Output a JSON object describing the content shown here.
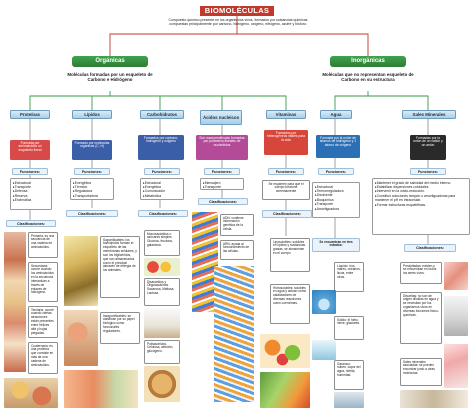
{
  "title": "BIOMOLÉCULAS",
  "intro": "Compuesto químico presente en los organismos vivos, formados por sustancias químicas compuestas principalmente por carbono, hidrógeno, oxígeno, nitrógeno, azufre y fósforo.",
  "organicas": {
    "label": "Orgánicas",
    "desc": "Moléculas formadas por un esqueleto de Carbono e Hidrógeno"
  },
  "inorganicas": {
    "label": "Inorgánicas",
    "desc": "Moléculas que no representan esqueleto de Carbono en su estructura"
  },
  "proteinas": {
    "label": "Proteínas",
    "def": "Formada por aminoácidos un esqueleto lineal",
    "functions_title": "Funciones:",
    "functions": [
      "Estructural",
      "Transporte",
      "Defensa",
      "Reserva",
      "Enzimática"
    ],
    "class_title": "Clasificaciones:",
    "c1": "Primaria: es una secuencia de una cadena de aminoácidos.",
    "c2": "Secundaria: ocurre cuando los aminoácidos en la secuencia interactúan a través de enlaces de hidrógeno.",
    "c3": "Terciaria: ocurre cuando ciertas atracciones están presentes entre hélices alfa y hojas plegadas.",
    "c4": "Cuaternaria: es una proteína que consiste en más de una cadena de aminoácidos."
  },
  "lipidos": {
    "label": "Lípidos",
    "def": "Formado por moléculas orgánicas (C, H)",
    "functions_title": "Funciones:",
    "functions": [
      "Energética",
      "Térmica",
      "Reguladora",
      "Transportadora"
    ],
    "class_title": "Clasificaciones:",
    "c1": "Saponificables: los fosfolípidos forman el esqueleto de las membranas celulares, y son los triglicéridos, que son almacenados como el principal almacén de energía de los animales.",
    "c2": "Insaponificables: se clasifican por su papel biológico como funcionales reguladores."
  },
  "carbohidratos": {
    "label": "Carbohidratos",
    "def": "Formados por carbono, hidrogeno y oxigeno",
    "functions_title": "Funciones:",
    "functions": [
      "Estructural",
      "Energética",
      "Comunicador",
      "Metabólica"
    ],
    "class_title": "Clasificaciones:",
    "c1": "Monosacáridos o azúcares simples. Glucosa, fructosa, galactosa.",
    "c2": "Disacáridos y Oligosacáridos. Sacarosa, Maltosa, Lactosa.",
    "c3": "Polisacáridos. Celulosa, almidón, glucógeno."
  },
  "acidos": {
    "label": "Ácidos nucleicos",
    "def": "Son macromoléculas formadas por polímeros lineales de nucleótidos",
    "functions_title": "Funciones:",
    "functions": [
      "Mensajero",
      "Transporte"
    ],
    "class_title": "Clasificaciones:",
    "c1": "ADN: contiene información genética de la célula.",
    "c2": "ARN: ayuda al funcionamiento de las células."
  },
  "vitaminas": {
    "label": "Vitaminas",
    "def": "Formados por heterogéneos vitales para la vida",
    "functions_title": "Funciones:",
    "function_text": "Se requieren para que el cuerpo funcione correctamente",
    "class_title": "Clasificaciones:",
    "c1": "Liposolubles: solubles en lípidos y sustancias grasas, se almacenan en el cuerpo.",
    "c2": "Hidrosolubles: solubles en agua y actúan como catalizadores de diversas reacciones como coenzimas."
  },
  "agua": {
    "label": "Agua",
    "def": "Formada por la unión de átomos de hidrógeno y 1 átomo de oxígeno",
    "functions_title": "Funciones:",
    "functions": [
      "Estructural",
      "Termorreguladora",
      "Disolvente",
      "Bioquímica",
      "Transporte",
      "Amortiguadora"
    ],
    "states_title": "Se encuentran en tres estados:",
    "s1": "Líquido: ríos, mares, océanos, lluvia, entre otros.",
    "s2": "Sólido: el hielo, nieve, glaciares.",
    "s3": "Gaseoso: nubes, vapor del agua, niebla, humedad."
  },
  "sales": {
    "label": "Sales Minerales",
    "def": "Formadas por la unión de un catión y un anión",
    "functions_title": "Funciones:",
    "functions": [
      "Mantener el grado de salinidad del medio interno.",
      "Estabilizar dispersiones coloidales.",
      "Intervenir en la óxido-reducción.",
      "Constituir soluciones tampón o amortiguadoras para mantener el pH en intracelular.",
      "Formar estructuras esqueléticas."
    ],
    "class_title": "Clasificaciones:",
    "c1": "Precipitadas: existen y se encuentran en todos los seres vivos.",
    "c2": "Disueltas: no son de origen diluidas en agua y se necesitan por los organismos vivos en diversas funciones físico-químicas.",
    "c3": "Sales minerales asociadas: se pueden encontrar junto a otras moléculas."
  },
  "colors": {
    "title_red": "#c0392b",
    "green": "#2e7d32",
    "line_red": "#c0392b",
    "line_green": "#3a9a46",
    "prot": "#d84a4a",
    "lip": "#3b5ea8",
    "carb": "#3b5ea8",
    "acid": "#b34b98",
    "vit": "#d6463a",
    "agua": "#2b6fb5",
    "sales": "#2a2a2a"
  }
}
